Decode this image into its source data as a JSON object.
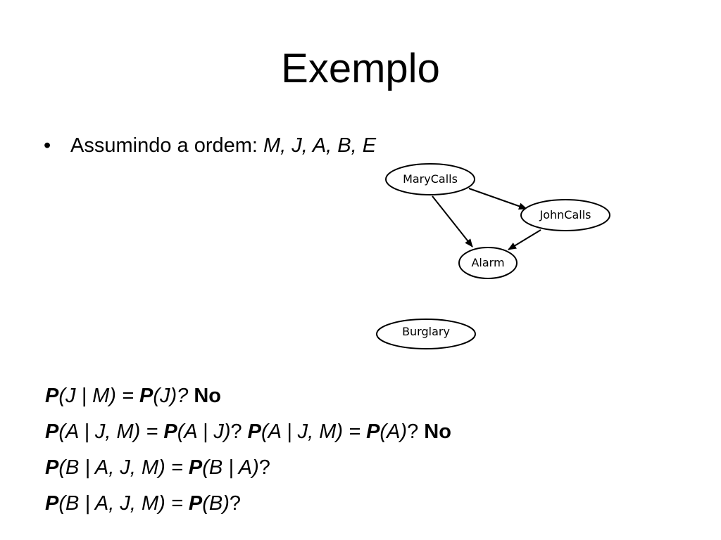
{
  "slide": {
    "title": "Exemplo",
    "bullet": {
      "text": "Assumindo a ordem: ",
      "order": "M, J, A, B, E"
    }
  },
  "diagram": {
    "nodes": {
      "marycalls": "MaryCalls",
      "johncalls": "JohnCalls",
      "alarm": "Alarm",
      "burglary": "Burglary"
    },
    "edges": [
      {
        "from": "MaryCalls",
        "to": "JohnCalls"
      },
      {
        "from": "MaryCalls",
        "to": "Alarm"
      },
      {
        "from": "JohnCalls",
        "to": "Alarm"
      }
    ]
  },
  "equations": {
    "line1": {
      "p1": "P",
      "a1": "(J | M) = ",
      "p2": "P",
      "a2": "(J)? ",
      "answer": "No"
    },
    "line2": {
      "p1": "P",
      "a1": "(A | J, M) = ",
      "p2": "P",
      "a2": "(A | J)",
      "q1": "? ",
      "p3": "P",
      "a3": "(A | J, M) = ",
      "p4": "P",
      "a4": "(A)",
      "q2": "? ",
      "answer": "No"
    },
    "line3": {
      "p1": "P",
      "a1": "(B | A, J, M) = ",
      "p2": "P",
      "a2": "(B | A)",
      "q": "?"
    },
    "line4": {
      "p1": "P",
      "a1": "(B | A, J, M) = ",
      "p2": "P",
      "a2": "(B)",
      "q": "?"
    }
  }
}
